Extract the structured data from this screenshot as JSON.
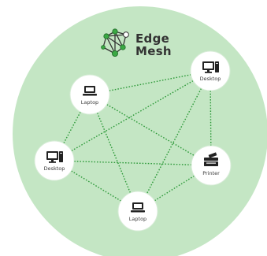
{
  "brand": {
    "line1": "Edge",
    "line2": "Mesh",
    "logo_icon": "mesh-network-logo-icon"
  },
  "colors": {
    "background_circle": "#c4e6c4",
    "node_fill": "#ffffff",
    "link": "#2e9a3a",
    "logo_node": "#3aa844",
    "icon": "#222222",
    "text": "#333333"
  },
  "nodes": [
    {
      "id": "laptop-top",
      "label": "Laptop",
      "icon": "laptop-icon"
    },
    {
      "id": "desktop-top",
      "label": "Desktop",
      "icon": "desktop-icon"
    },
    {
      "id": "desktop-left",
      "label": "Desktop",
      "icon": "desktop-icon"
    },
    {
      "id": "printer",
      "label": "Printer",
      "icon": "printer-icon"
    },
    {
      "id": "laptop-bottom",
      "label": "Laptop",
      "icon": "laptop-icon"
    }
  ],
  "links": [
    [
      "laptop-top",
      "desktop-top"
    ],
    [
      "laptop-top",
      "desktop-left"
    ],
    [
      "laptop-top",
      "printer"
    ],
    [
      "laptop-top",
      "laptop-bottom"
    ],
    [
      "desktop-top",
      "desktop-left"
    ],
    [
      "desktop-top",
      "printer"
    ],
    [
      "desktop-top",
      "laptop-bottom"
    ],
    [
      "desktop-left",
      "printer"
    ],
    [
      "desktop-left",
      "laptop-bottom"
    ],
    [
      "printer",
      "laptop-bottom"
    ]
  ]
}
